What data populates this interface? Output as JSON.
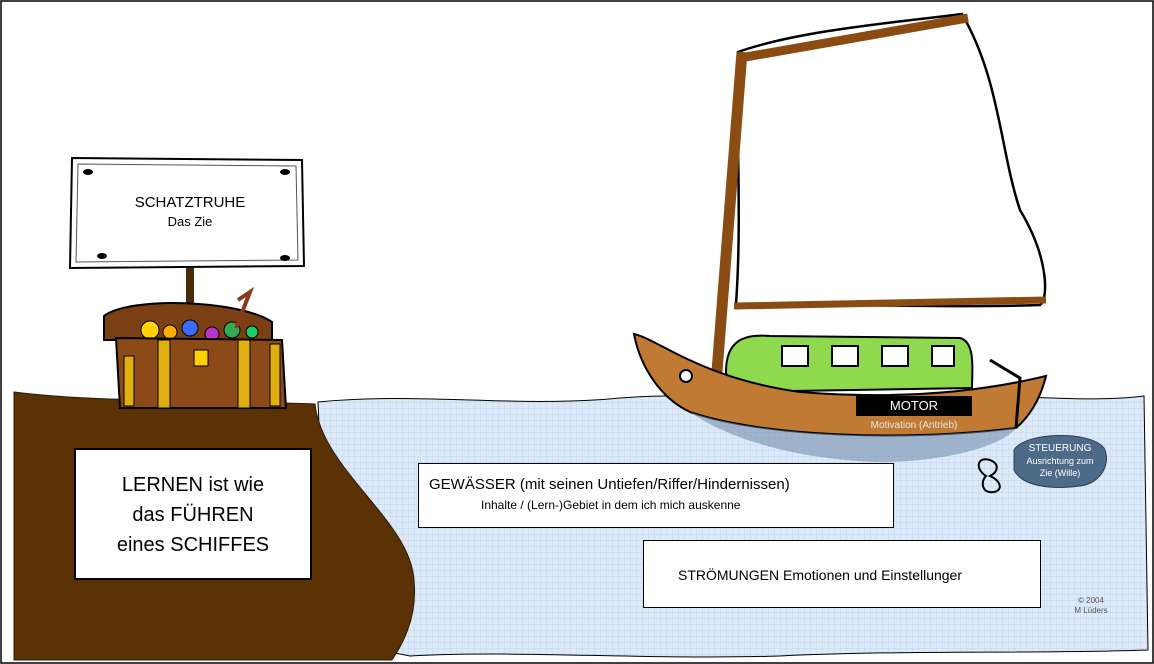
{
  "sign": {
    "title": "SCHATZTRUHE",
    "subtitle": "Das Zie"
  },
  "learn": {
    "line1": "LERNEN ist wie",
    "line2": "das FÜHREN",
    "line3": "eines SCHIFFES"
  },
  "water": {
    "title": "GEWÄSSER (mit seinen Untiefen/Riffer/Hindernissen)",
    "subtitle": "Inhalte / (Lern-)Gebiet in dem ich mich auskenne"
  },
  "currents": {
    "text": "STRÖMUNGEN Emotionen und Einstellunger"
  },
  "motor": {
    "title": "MOTOR",
    "subtitle": "Motivation (Antrieb)"
  },
  "steering": {
    "title": "STEUERUNG",
    "line1": "Ausrichtung zum",
    "line2": "Zie (Wille)"
  },
  "copyright": {
    "line1": "© 2004",
    "line2": "M Lüders"
  },
  "colors": {
    "water": "#dbe8f7",
    "land": "#5a3206",
    "boat": "#c07a33",
    "cabin": "#8fd94e",
    "arrow_green": "#33dd44",
    "arrow_orange": "#ff8844"
  }
}
